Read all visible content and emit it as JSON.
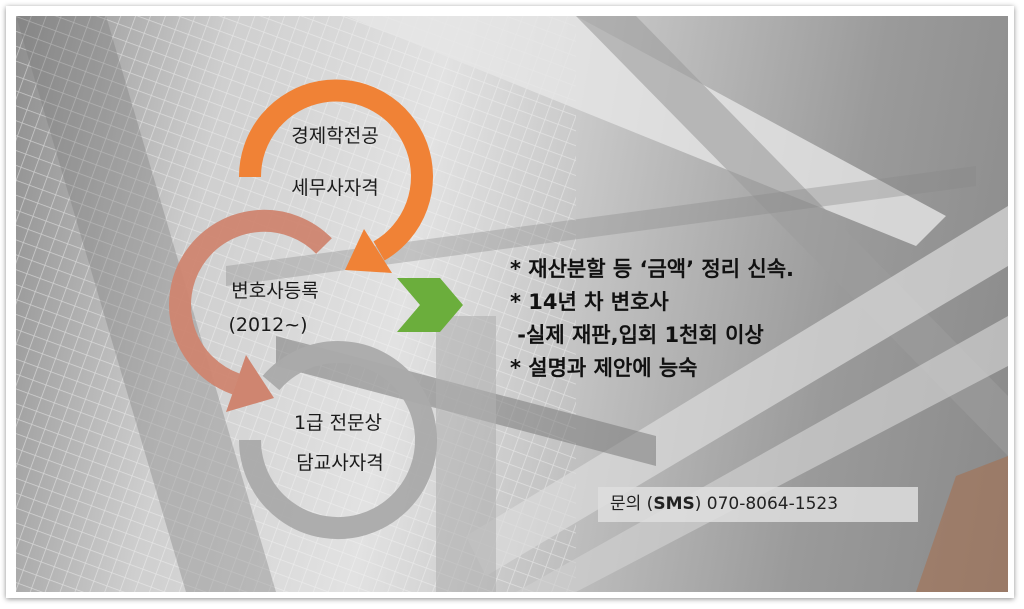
{
  "colors": {
    "orange": "#f08236",
    "salmon": "#cf8570",
    "gray": "#aaaaaa",
    "green": "#6bae3c"
  },
  "cycle": {
    "step1": {
      "line1": "경제학전공",
      "line2": "세무사자격"
    },
    "step2": {
      "line1": "변호사등록",
      "line2": "(2012~)"
    },
    "step3": {
      "line1": "1급 전문상",
      "line2": "담교사자격"
    }
  },
  "bullets": [
    "* 재산분할 등 ‘금액’ 정리 신속.",
    "* 14년 차 변호사",
    " -실제 재판,입회 1천회 이상",
    "* 설명과 제안에 능숙"
  ],
  "contact": {
    "prefix": "문의 (",
    "sms": "SMS",
    "suffix": ") 070-8064-1523"
  }
}
